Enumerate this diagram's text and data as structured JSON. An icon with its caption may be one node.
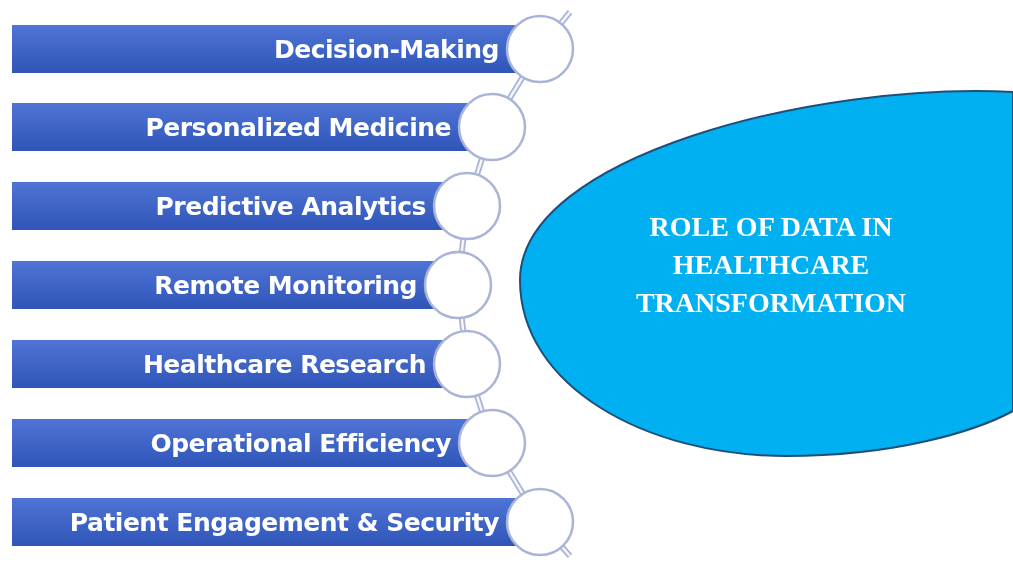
{
  "diagram": {
    "nodes": [
      {
        "text": [
          "Decision-Making"
        ]
      },
      {
        "text": [
          "Personalized Medicine"
        ]
      },
      {
        "text": [
          "Predictive Analytics"
        ]
      },
      {
        "text": [
          "Remote Monitoring"
        ]
      },
      {
        "text": [
          "Healthcare Research"
        ]
      },
      {
        "text": [
          "Operational Efficiency"
        ]
      },
      {
        "text": [
          "Patient Engagement & Security"
        ]
      },
      {
        "text": [
          "ROLE OF DATA IN HEALTHCARE TRANSFORMATION"
        ]
      }
    ],
    "edges": [
      {
        "from": null,
        "to": 0,
        "arrow": "none"
      },
      {
        "from": 0,
        "to": 1,
        "arrow": "none"
      },
      {
        "from": 1,
        "to": 2,
        "arrow": "none"
      },
      {
        "from": 2,
        "to": 3,
        "arrow": "none"
      },
      {
        "from": 3,
        "to": 4,
        "arrow": "none"
      },
      {
        "from": 4,
        "to": 5,
        "arrow": "none"
      },
      {
        "from": 5,
        "to": 6,
        "arrow": "none"
      },
      {
        "from": 6,
        "to": null,
        "arrow": "none"
      }
    ]
  }
}
